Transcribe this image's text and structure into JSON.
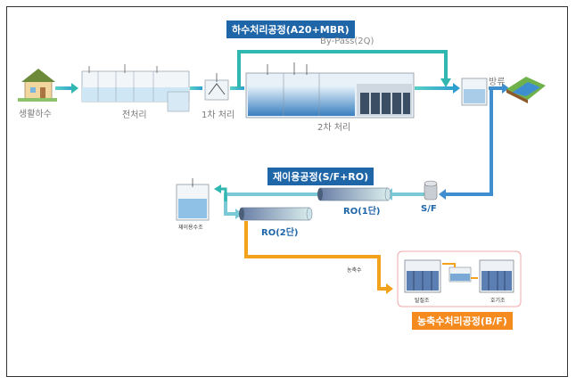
{
  "sewage_process": {
    "title": "하수처리공정(A20+MBR)",
    "bypass": "By-Pass(2Q)",
    "input": "생활하수",
    "pre": "전처리",
    "primary": "1차 처리",
    "secondary": "2차 처리",
    "discharge": "방류"
  },
  "reuse_process": {
    "title": "재이용공정(S/F+RO)",
    "sf": "S/F",
    "ro1": "RO(1단)",
    "ro2": "RO(2단)",
    "reuse_tank": "재이용수조"
  },
  "concentrate_process": {
    "title": "농축수처리공정(B/F)",
    "concentrate": "농축수",
    "tank_left": "탈질조",
    "tank_right": "호기조"
  },
  "colors": {
    "title_bg": "#1f66a9",
    "orange_bg": "#f58a1f",
    "pipe_teal": "#2fb7b0",
    "pipe_blue": "#3f8fd0",
    "pipe_orange": "#f2a21b"
  }
}
